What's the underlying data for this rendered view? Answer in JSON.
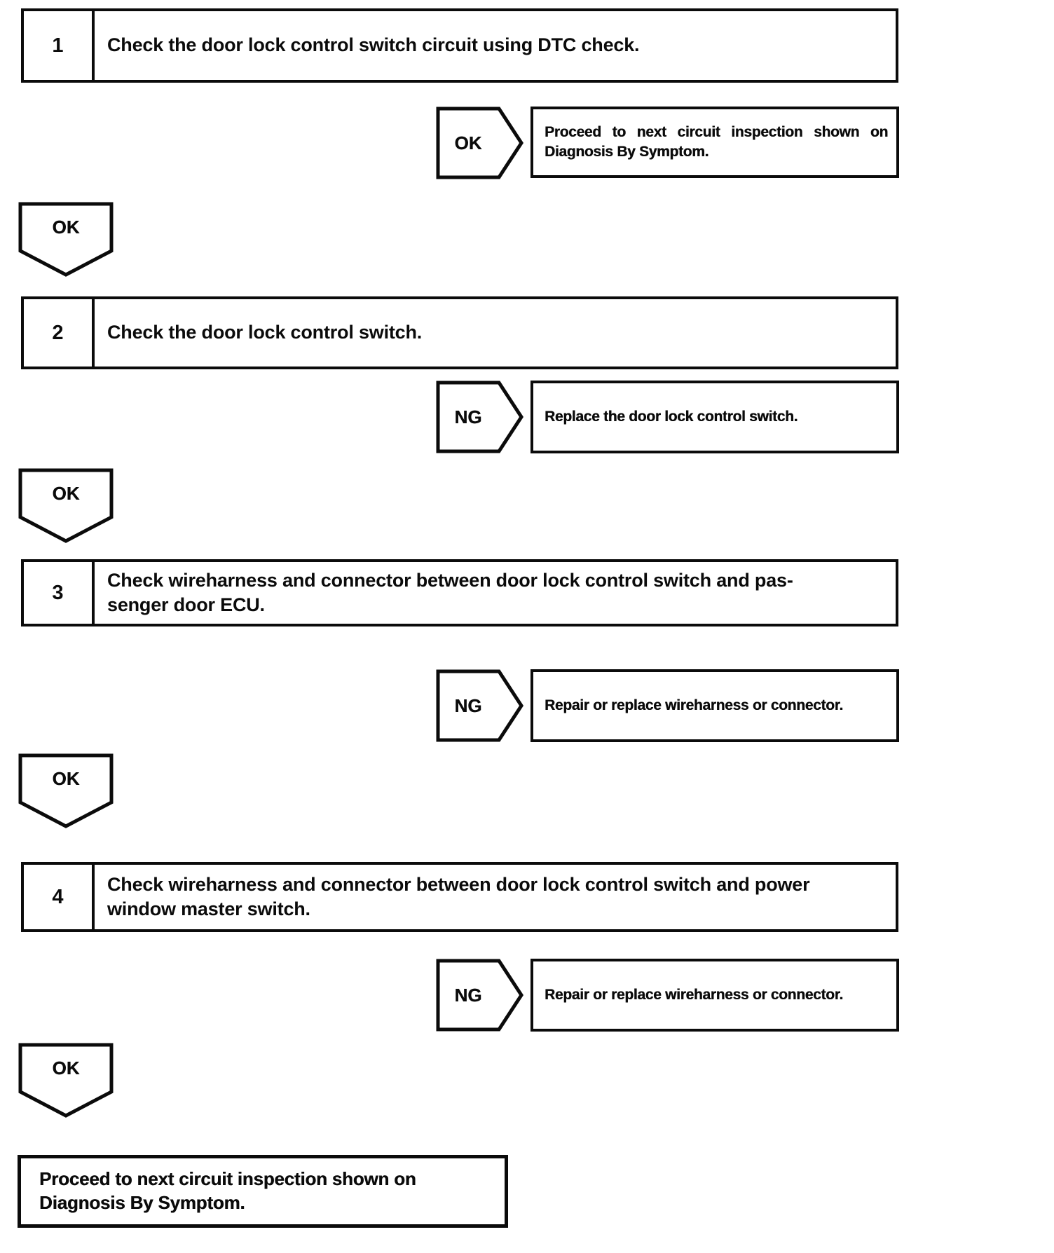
{
  "flow": {
    "steps": [
      {
        "number": "1",
        "lines": [
          "Check the door lock control switch circuit using DTC check."
        ]
      },
      {
        "number": "2",
        "lines": [
          "Check the door lock control switch."
        ]
      },
      {
        "number": "3",
        "lines": [
          "Check wireharness and connector between door lock control switch and pas-",
          "senger door ECU."
        ]
      },
      {
        "number": "4",
        "lines": [
          "Check wireharness and connector between door lock control switch and power",
          "window master switch."
        ]
      }
    ],
    "branches": [
      {
        "tag": "OK",
        "result_lines": [
          "Proceed to next circuit inspection shown on",
          "Diagnosis By Symptom."
        ]
      },
      {
        "tag": "NG",
        "result_lines": [
          "Replace the door lock control switch."
        ]
      },
      {
        "tag": "NG",
        "result_lines": [
          "Repair or replace wireharness or connector."
        ]
      },
      {
        "tag": "NG",
        "result_lines": [
          "Repair or replace wireharness or connector."
        ]
      }
    ],
    "ok_connector_label": "OK",
    "final_box_lines": [
      "Proceed to next circuit inspection shown on",
      "Diagnosis By Symptom."
    ],
    "colors": {
      "ink": "#0b0b0b",
      "paper": "#ffffff"
    }
  }
}
